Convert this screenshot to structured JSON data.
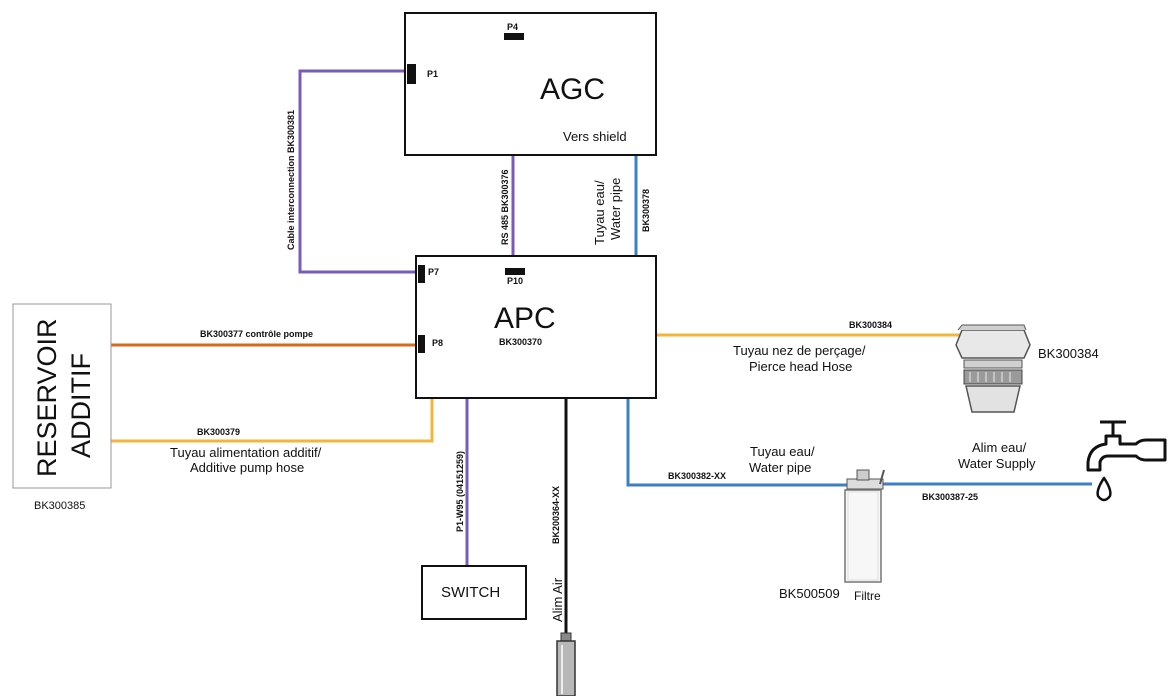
{
  "diagram": {
    "agc": {
      "title": "AGC",
      "port_p1": "P1",
      "port_p4": "P4",
      "vers_shield": "Vers shield"
    },
    "apc": {
      "title": "APC",
      "code": "BK300370",
      "port_p7": "P7",
      "port_p8": "P8",
      "port_p10": "P10"
    },
    "reservoir": {
      "line1": "RESERVOIR",
      "line2": "ADDITIF",
      "code": "BK300385"
    },
    "switch_label": "SWITCH",
    "cables": {
      "interconnection": "Cable interconnection BK300381",
      "rs485": "RS 485 BK300376",
      "water_pipe_code": "BK300378",
      "water_pipe_fr": "Tuyau eau/",
      "water_pipe_en": "Water pipe",
      "pump_control": "BK300377 contrôle pompe",
      "additive_code": "BK300379",
      "additive_fr": "Tuyau alimentation additif/",
      "additive_en": "Additive pump hose",
      "switch_cable": "P1-W95 (04151259)",
      "air_cable": "BK200364-XX",
      "air_label": "Alim Air",
      "pierce_code": "BK300384",
      "pierce_fr": "Tuyau nez de perçage/",
      "pierce_en": "Pierce head Hose",
      "pierce_part_code": "BK300384",
      "water2_code": "BK300382-XX",
      "water2_fr": "Tuyau eau/",
      "water2_en": "Water pipe",
      "supply_fr": "Alim eau/",
      "supply_en": "Water Supply",
      "supply_code": "BK300387-25",
      "filter_code": "BK500509",
      "filter_label": "Filtre"
    },
    "colors": {
      "purple": "#7a5cb8",
      "blue": "#3d7fc4",
      "orange": "#d96a1c",
      "yellow": "#f2b63a",
      "black": "#111111"
    },
    "icons": [
      "pierce-head-icon",
      "water-tap-icon",
      "water-filter-icon",
      "air-fitting-icon"
    ]
  }
}
